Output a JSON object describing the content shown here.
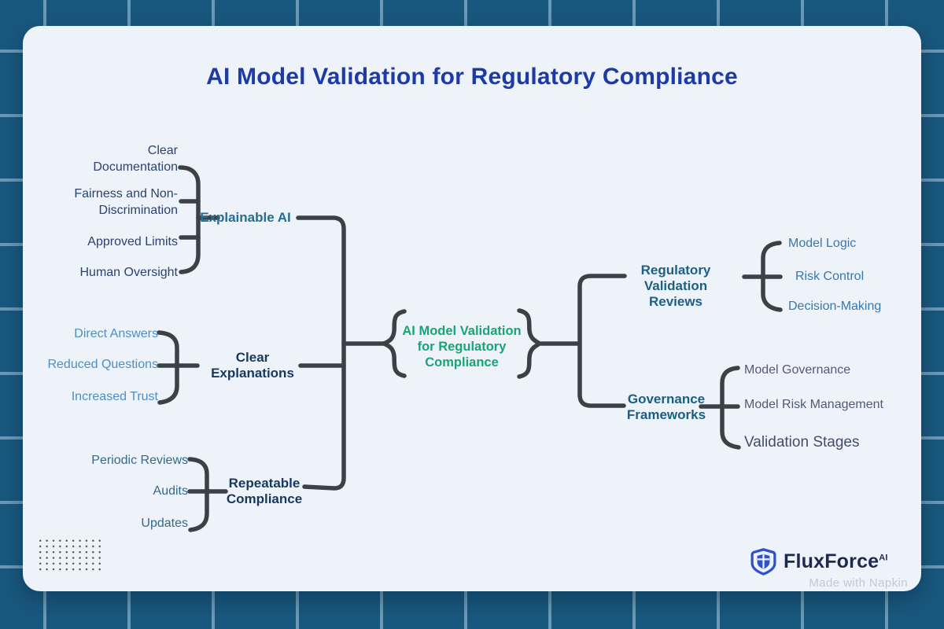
{
  "title": "AI Model Validation for Regulatory Compliance",
  "center_node": {
    "label": "AI Model Validation for Regulatory Compliance"
  },
  "branches": {
    "explainable": {
      "label": "Explainable AI",
      "children": [
        "Clear Documentation",
        "Fairness and Non-Discrimination",
        "Approved Limits",
        "Human Oversight"
      ]
    },
    "clear_explanations": {
      "label": "Clear Explanations",
      "children": [
        "Direct Answers",
        "Reduced Questions",
        "Increased Trust"
      ]
    },
    "repeatable_compliance": {
      "label": "Repeatable Compliance",
      "children": [
        "Periodic Reviews",
        "Audits",
        "Updates"
      ]
    },
    "regulatory_validation_reviews": {
      "label": "Regulatory Validation Reviews",
      "children": [
        "Model Logic",
        "Risk Control",
        "Decision-Making"
      ]
    },
    "governance_frameworks": {
      "label": "Governance Frameworks",
      "children": [
        "Model Governance",
        "Model Risk Management",
        "Validation Stages"
      ]
    }
  },
  "footer": {
    "brand": "FluxForce",
    "brand_sup": "AI",
    "watermark": "Made with Napkin"
  },
  "colors": {
    "background": "#19587e",
    "grid_line": "#6f9cba",
    "card": "#eef2f9",
    "title": "#1e3aa5",
    "connector": "#3c4147",
    "center_text": "#17a673",
    "explainable_label": "#236e96",
    "explainable_children": "#2c4271",
    "clear_explanations_label": "#16395f",
    "clear_explanations_children": "#4a8fc9",
    "repeatable_label": "#16395f",
    "repeatable_children": "#35698c",
    "regulatory_label": "#1f5f86",
    "regulatory_children": "#3878b0",
    "governance_label": "#1b5f80",
    "governance_children": "#4f5b76",
    "brand_text": "#1c2951",
    "brand_icon": "#2e51cb",
    "watermark": "#c3c9d4"
  }
}
